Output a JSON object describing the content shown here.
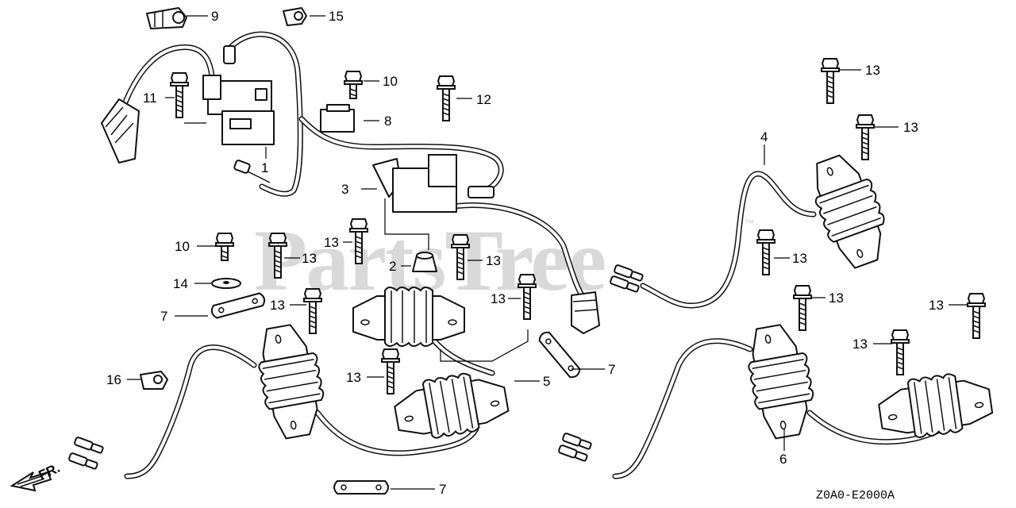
{
  "diagram": {
    "watermark": "PartsTree",
    "watermark_tm": "™",
    "drawing_code": "Z0A0-E2000A",
    "direction_label": "FR.",
    "callouts": {
      "c1": "1",
      "c2": "2",
      "c3": "3",
      "c4": "4",
      "c5": "5",
      "c6": "6",
      "c7": "7",
      "c8": "8",
      "c9": "9",
      "c10": "10",
      "c11": "11",
      "c12": "12",
      "c13": "13",
      "c14": "14",
      "c15": "15",
      "c16": "16"
    }
  }
}
